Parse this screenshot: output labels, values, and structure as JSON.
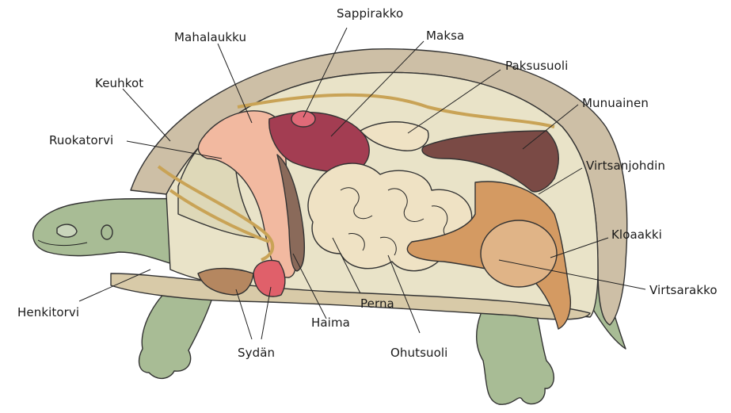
{
  "labels": {
    "sappirakko": "Sappirakko",
    "maksa": "Maksa",
    "mahalaukku": "Mahalaukku",
    "paksusuoli": "Paksusuoli",
    "keuhkot": "Keuhkot",
    "munuainen": "Munuainen",
    "ruokatorvi": "Ruokatorvi",
    "virtsanjohdin": "Virtsanjohdin",
    "kloaakki": "Kloaakki",
    "virtsarakko": "Virtsarakko",
    "henkitorvi": "Henkitorvi",
    "haima": "Haima",
    "perna": "Perna",
    "sydan": "Sydän",
    "ohutsuoli": "Ohutsuoli"
  },
  "colors": {
    "shell": "#cdbfa6",
    "shell_inner": "#e9e3c8",
    "skin": "#a8bc95",
    "stomach": "#f2b9a0",
    "liver": "#a33d52",
    "kidney": "#7a4a45",
    "intestine": "#efe2c4",
    "cloaca": "#d49a62",
    "heart": "#e0606a",
    "tube": "#c9a356"
  }
}
